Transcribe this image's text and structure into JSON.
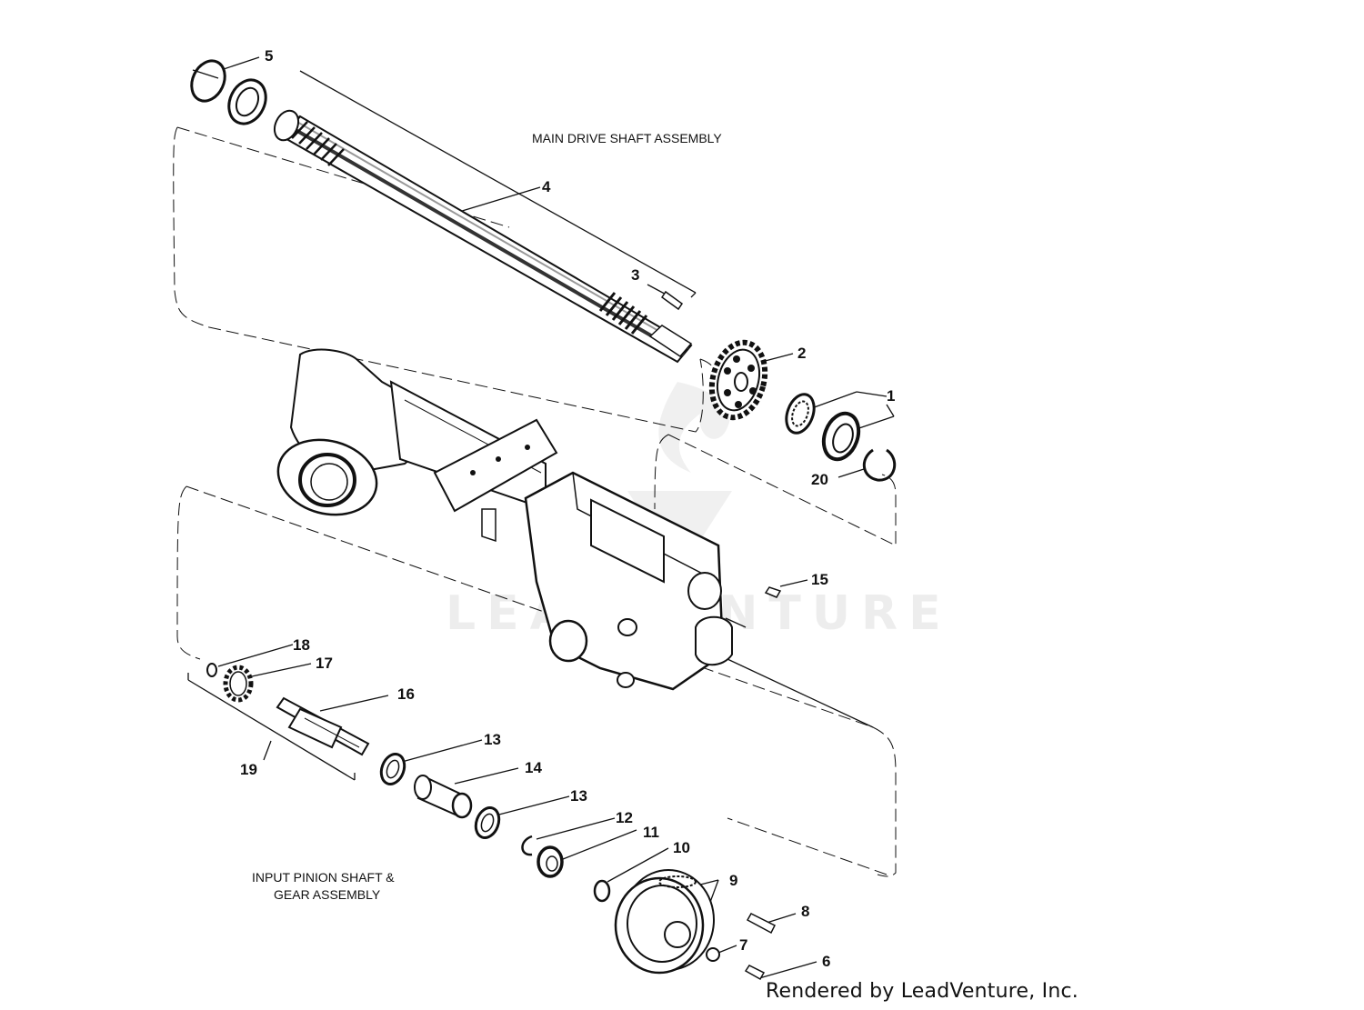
{
  "captions": {
    "main_shaft": "MAIN DRIVE SHAFT ASSEMBLY",
    "pinion_line1": "INPUT PINION SHAFT &",
    "pinion_line2": "GEAR ASSEMBLY"
  },
  "callouts": {
    "p1": "1",
    "p2": "2",
    "p3": "3",
    "p4": "4",
    "p5": "5",
    "p6": "6",
    "p7": "7",
    "p8": "8",
    "p9": "9",
    "p10": "10",
    "p11": "11",
    "p12": "12",
    "p13a": "13",
    "p13b": "13",
    "p14": "14",
    "p15": "15",
    "p16": "16",
    "p17": "17",
    "p18": "18",
    "p19": "19",
    "p20": "20"
  },
  "watermark": "LEADVENTURE",
  "credit": "Rendered by LeadVenture, Inc."
}
